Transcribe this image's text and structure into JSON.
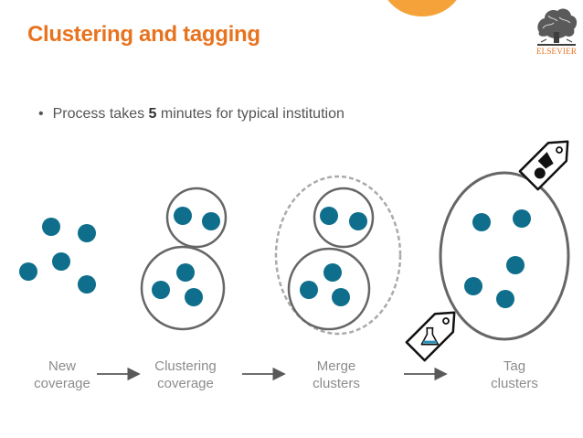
{
  "title": "Clustering and tagging",
  "logo": {
    "text": "ELSEVIER"
  },
  "bullet": {
    "prefix": "Process takes ",
    "emphasis": "5",
    "suffix": " minutes for typical institution"
  },
  "steps": [
    {
      "line1": "New",
      "line2": "coverage"
    },
    {
      "line1": "Clustering",
      "line2": "coverage"
    },
    {
      "line1": "Merge",
      "line2": "clusters"
    },
    {
      "line1": "Tag",
      "line2": "clusters"
    }
  ],
  "colors": {
    "accent": "#e8731f",
    "dot": "#0e6e8c",
    "cluster_border": "#666666",
    "merge_border": "#aaaaaa"
  },
  "icons": [
    "tree-logo-icon",
    "arrow-right-icon",
    "tag-icon",
    "flask-icon"
  ]
}
